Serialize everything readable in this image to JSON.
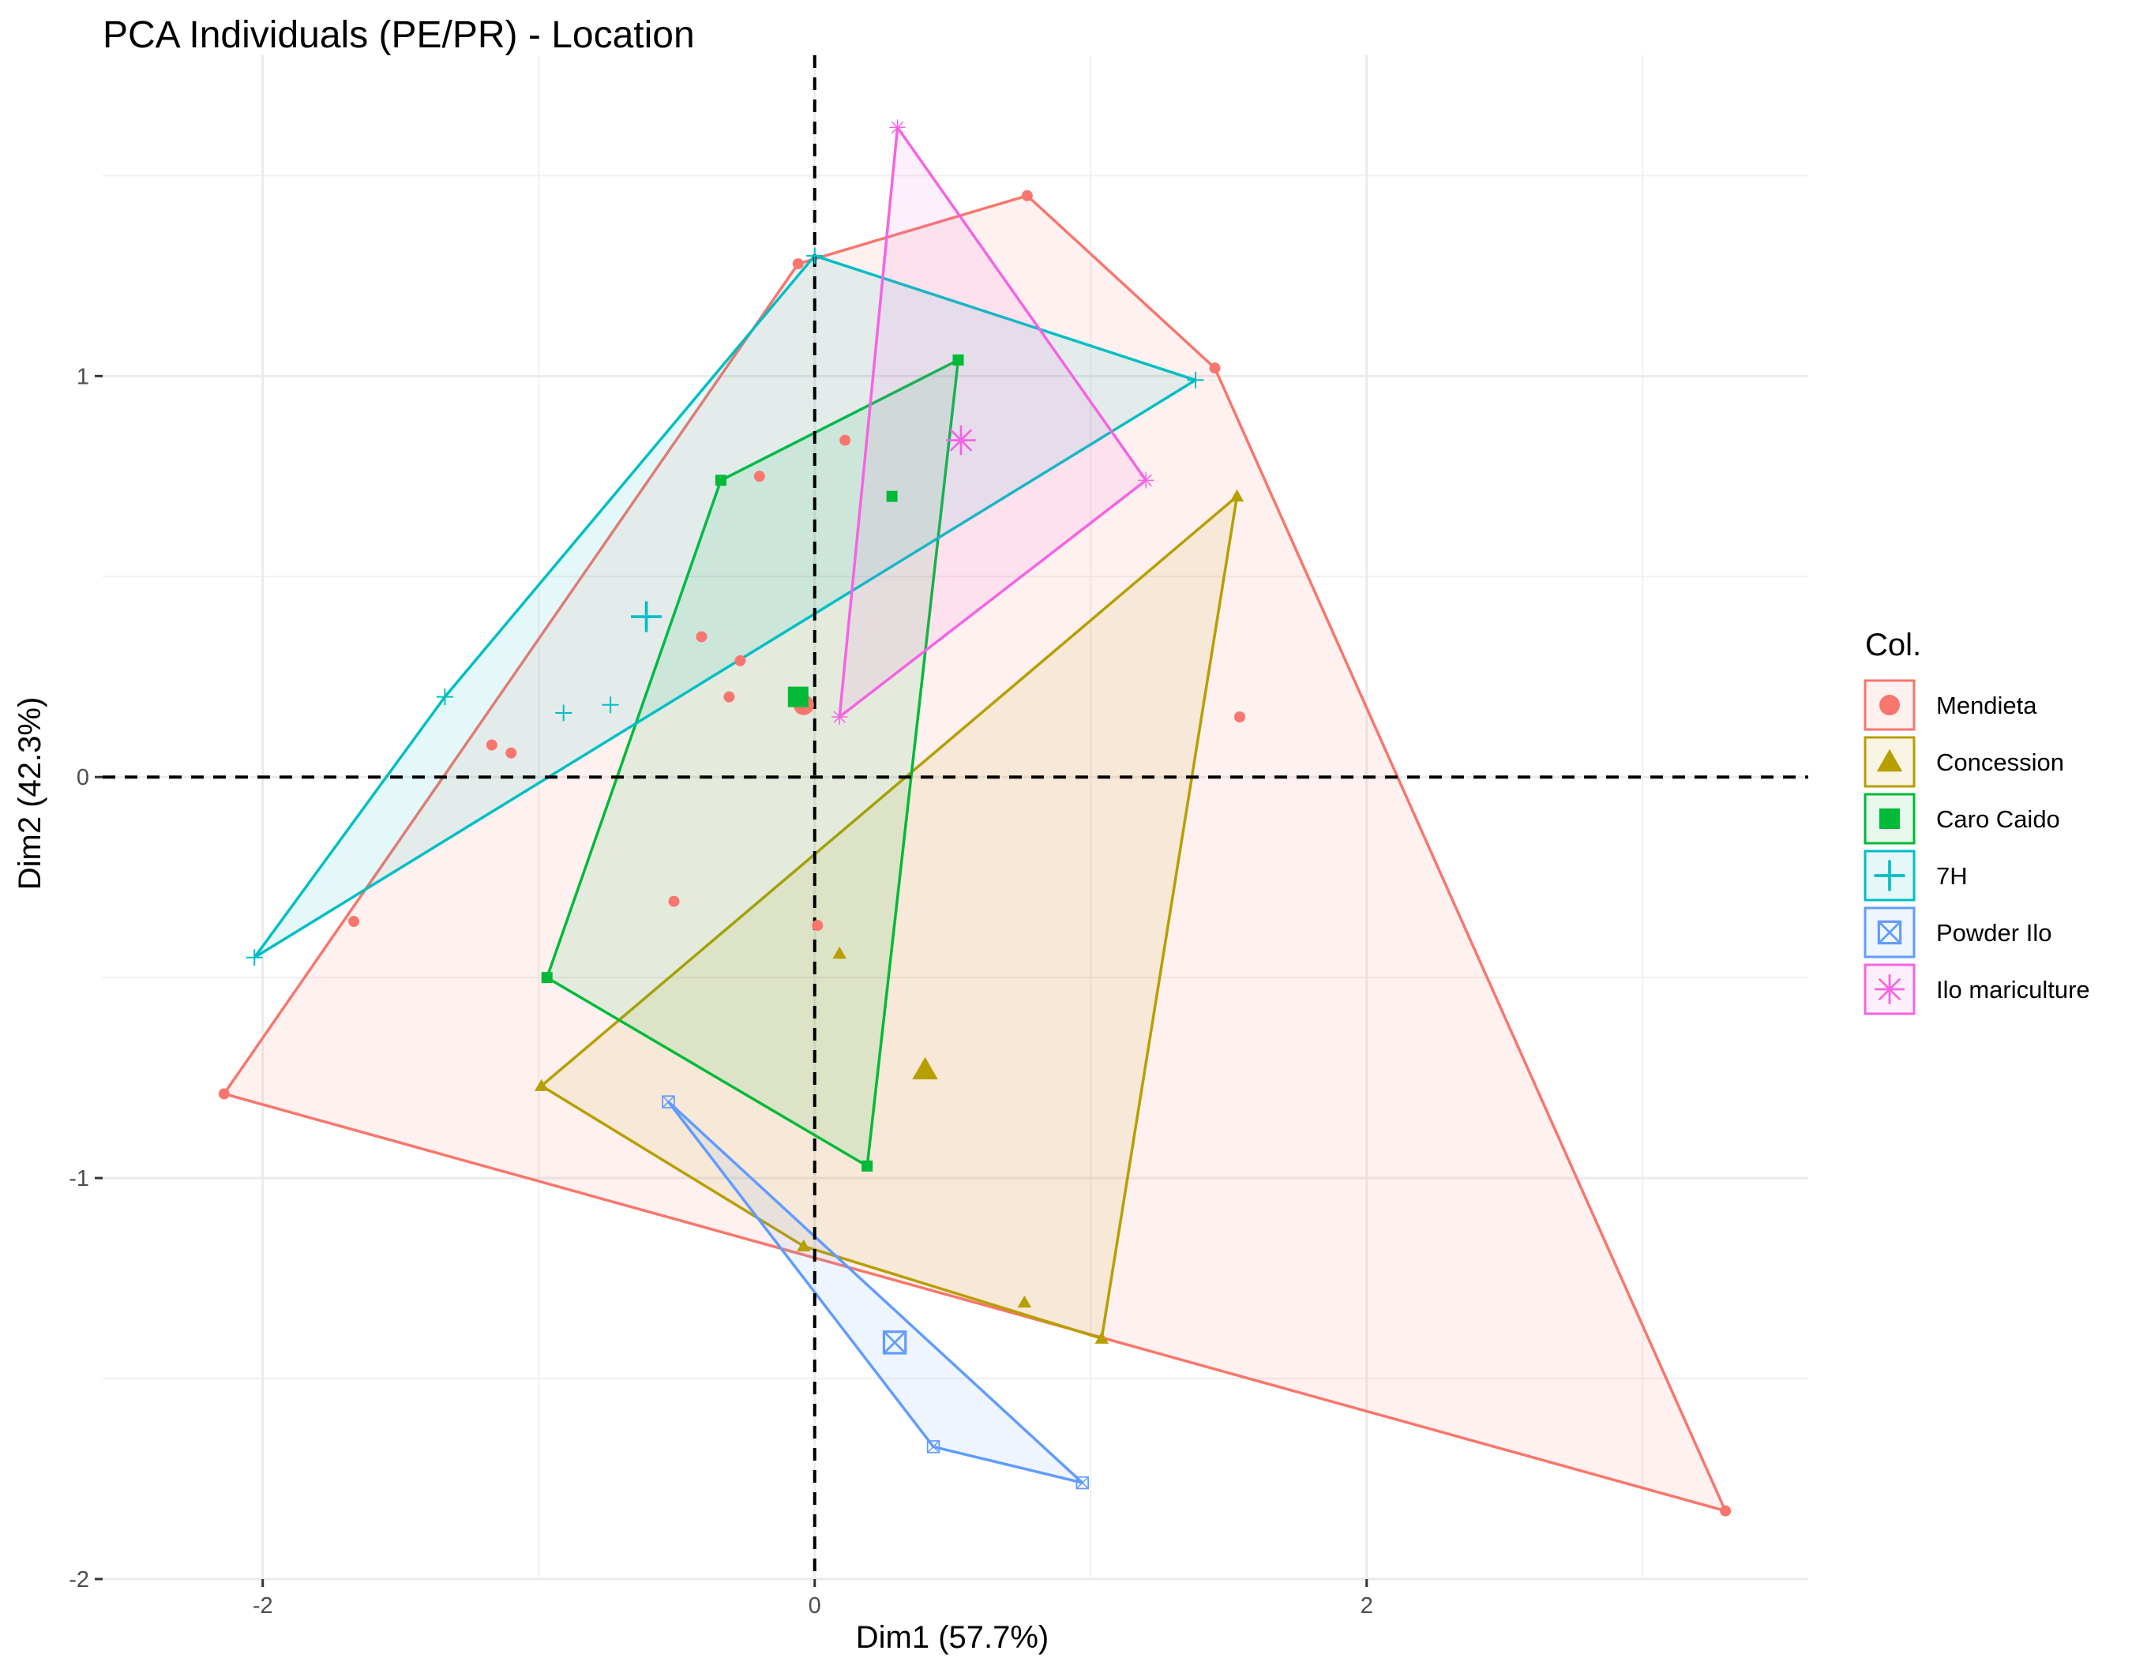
{
  "chart_data": {
    "type": "scatter",
    "title": "PCA Individuals (PE/PR) - Location",
    "xlabel": "Dim1 (57.7%)",
    "ylabel": "Dim2 (42.3%)",
    "xlim": [
      -2.58,
      3.6
    ],
    "ylim": [
      -2.0,
      1.8
    ],
    "x_ticks": [
      -2,
      0,
      2
    ],
    "x_tick_labels": [
      "-2",
      "0",
      "2"
    ],
    "y_ticks": [
      -2,
      -1,
      0,
      1
    ],
    "y_tick_labels": [
      "-2",
      "-1",
      "0",
      "1"
    ],
    "grid": true,
    "reference_lines": {
      "x": 0,
      "y": 0,
      "style": "dashed"
    },
    "legend": {
      "title": "Col.",
      "position": "right"
    },
    "series": [
      {
        "name": "Mendieta",
        "color": "#F8766D",
        "shape": "circle",
        "points": [
          [
            -2.14,
            -0.79
          ],
          [
            -1.67,
            -0.36
          ],
          [
            -1.17,
            0.08
          ],
          [
            -1.1,
            0.06
          ],
          [
            -0.51,
            -0.31
          ],
          [
            -0.41,
            0.35
          ],
          [
            -0.31,
            0.2
          ],
          [
            -0.27,
            0.29
          ],
          [
            -0.2,
            0.75
          ],
          [
            -0.06,
            1.28
          ],
          [
            0.01,
            -0.37
          ],
          [
            0.11,
            0.84
          ],
          [
            0.77,
            1.45
          ],
          [
            1.45,
            1.02
          ],
          [
            1.54,
            0.15
          ],
          [
            3.3,
            -1.83
          ]
        ],
        "hull": [
          [
            -2.14,
            -0.79
          ],
          [
            -0.06,
            1.28
          ],
          [
            0.77,
            1.45
          ],
          [
            1.45,
            1.02
          ],
          [
            3.3,
            -1.83
          ]
        ],
        "centroid": [
          -0.04,
          0.18
        ]
      },
      {
        "name": "Concession",
        "color": "#B79F00",
        "shape": "triangle",
        "points": [
          [
            -0.99,
            -0.77
          ],
          [
            -0.04,
            -1.17
          ],
          [
            0.09,
            -0.44
          ],
          [
            0.76,
            -1.31
          ],
          [
            1.04,
            -1.4
          ],
          [
            1.53,
            0.7
          ]
        ],
        "hull": [
          [
            -0.99,
            -0.77
          ],
          [
            -0.04,
            -1.17
          ],
          [
            1.04,
            -1.4
          ],
          [
            1.53,
            0.7
          ]
        ],
        "centroid": [
          0.4,
          -0.73
        ]
      },
      {
        "name": "Caro Caido",
        "color": "#00BA38",
        "shape": "square",
        "points": [
          [
            -0.97,
            -0.5
          ],
          [
            -0.34,
            0.74
          ],
          [
            0.19,
            -0.97
          ],
          [
            0.28,
            0.7
          ],
          [
            0.52,
            1.04
          ]
        ],
        "hull": [
          [
            -0.97,
            -0.5
          ],
          [
            -0.34,
            0.74
          ],
          [
            0.52,
            1.04
          ],
          [
            0.19,
            -0.97
          ]
        ],
        "centroid": [
          -0.06,
          0.2
        ]
      },
      {
        "name": "7H",
        "color": "#00BFC4",
        "shape": "plus",
        "points": [
          [
            -2.03,
            -0.45
          ],
          [
            -1.34,
            0.2
          ],
          [
            -0.91,
            0.16
          ],
          [
            -0.74,
            0.18
          ],
          [
            0.0,
            1.3
          ],
          [
            1.38,
            0.99
          ]
        ],
        "hull": [
          [
            -2.03,
            -0.45
          ],
          [
            -1.34,
            0.2
          ],
          [
            0.0,
            1.3
          ],
          [
            1.38,
            0.99
          ]
        ],
        "centroid": [
          -0.61,
          0.4
        ]
      },
      {
        "name": "Powder Ilo",
        "color": "#619CFF",
        "shape": "square-cross",
        "points": [
          [
            -0.53,
            -0.81
          ],
          [
            0.43,
            -1.67
          ],
          [
            0.97,
            -1.76
          ]
        ],
        "hull": [
          [
            -0.53,
            -0.81
          ],
          [
            0.43,
            -1.67
          ],
          [
            0.97,
            -1.76
          ]
        ],
        "centroid": [
          0.29,
          -1.41
        ]
      },
      {
        "name": "Ilo mariculture",
        "color": "#F564E3",
        "shape": "asterisk",
        "points": [
          [
            0.09,
            0.15
          ],
          [
            0.3,
            1.62
          ],
          [
            1.2,
            0.74
          ]
        ],
        "hull": [
          [
            0.09,
            0.15
          ],
          [
            0.3,
            1.62
          ],
          [
            1.2,
            0.74
          ]
        ],
        "centroid": [
          0.53,
          0.84
        ]
      }
    ]
  }
}
